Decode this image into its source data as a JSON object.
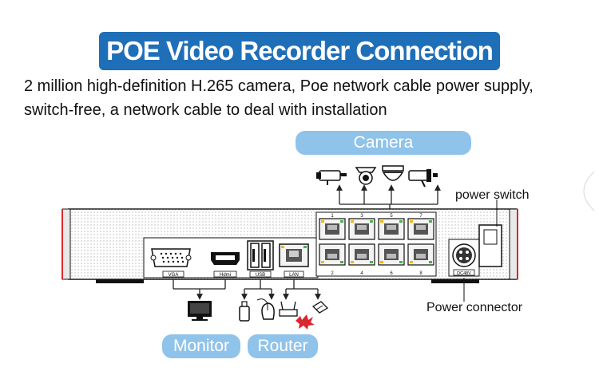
{
  "title": "POE Video Recorder Connection",
  "subtitle_line1": "2 million high-definition H.265 camera, Poe network cable power supply,",
  "subtitle_line2": "switch-free, a network cable to deal with installation",
  "labels": {
    "camera": "Camera",
    "monitor": "Monitor",
    "router": "Router",
    "power_switch": "power switch",
    "power_connector": "Power connector"
  },
  "ports": {
    "vga": "VGA",
    "hdmi": "Hdmi",
    "usb": "USB",
    "lan": "LAN",
    "dc": "DC48V",
    "poe_top": [
      "1",
      "3",
      "5",
      "7"
    ],
    "poe_bottom": [
      "2",
      "4",
      "6",
      "8"
    ]
  },
  "icons": [
    "bullet-camera-icon",
    "dome-camera-icon",
    "dome-camera-icon",
    "bullet-camera-icon",
    "monitor-icon",
    "usb-drive-icon",
    "mouse-icon",
    "router-icon",
    "network-switch-icon"
  ],
  "colors": {
    "title_bg": "#1f6fb8",
    "pill_bg": "#8fc3ea",
    "accent_red": "#d9282f"
  }
}
